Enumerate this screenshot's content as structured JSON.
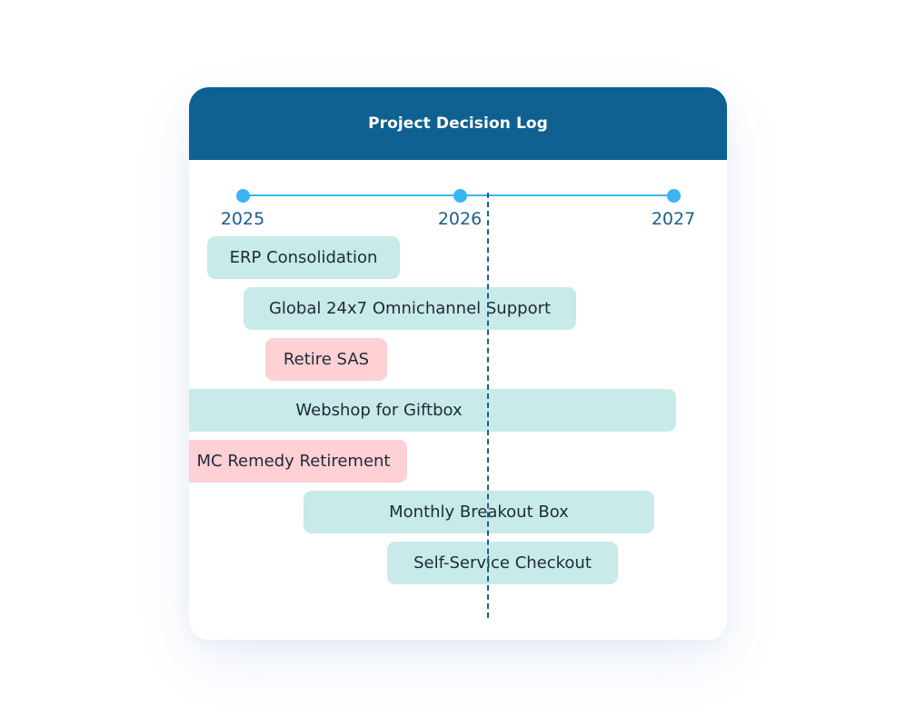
{
  "header": {
    "title": "Project Decision Log"
  },
  "timeline": {
    "years": [
      {
        "label": "2025"
      },
      {
        "label": "2026"
      },
      {
        "label": "2027"
      }
    ]
  },
  "tasks": [
    {
      "label": "ERP Consolidation",
      "status": "teal"
    },
    {
      "label": "Global 24x7 Omnichannel Support",
      "status": "teal"
    },
    {
      "label": "Retire SAS",
      "status": "pink"
    },
    {
      "label": "Webshop for Giftbox",
      "status": "teal"
    },
    {
      "label": "MC Remedy Retirement",
      "status": "pink"
    },
    {
      "label": "Monthly Breakout Box",
      "status": "teal"
    },
    {
      "label": "Self-Service Checkout",
      "status": "teal"
    }
  ],
  "colors": {
    "header_bg": "#0f6191",
    "axis": "#3bb4f2",
    "teal_bar": "#c8eae8",
    "pink_bar": "#ffd0d4",
    "today_line": "#1b5f8c"
  }
}
